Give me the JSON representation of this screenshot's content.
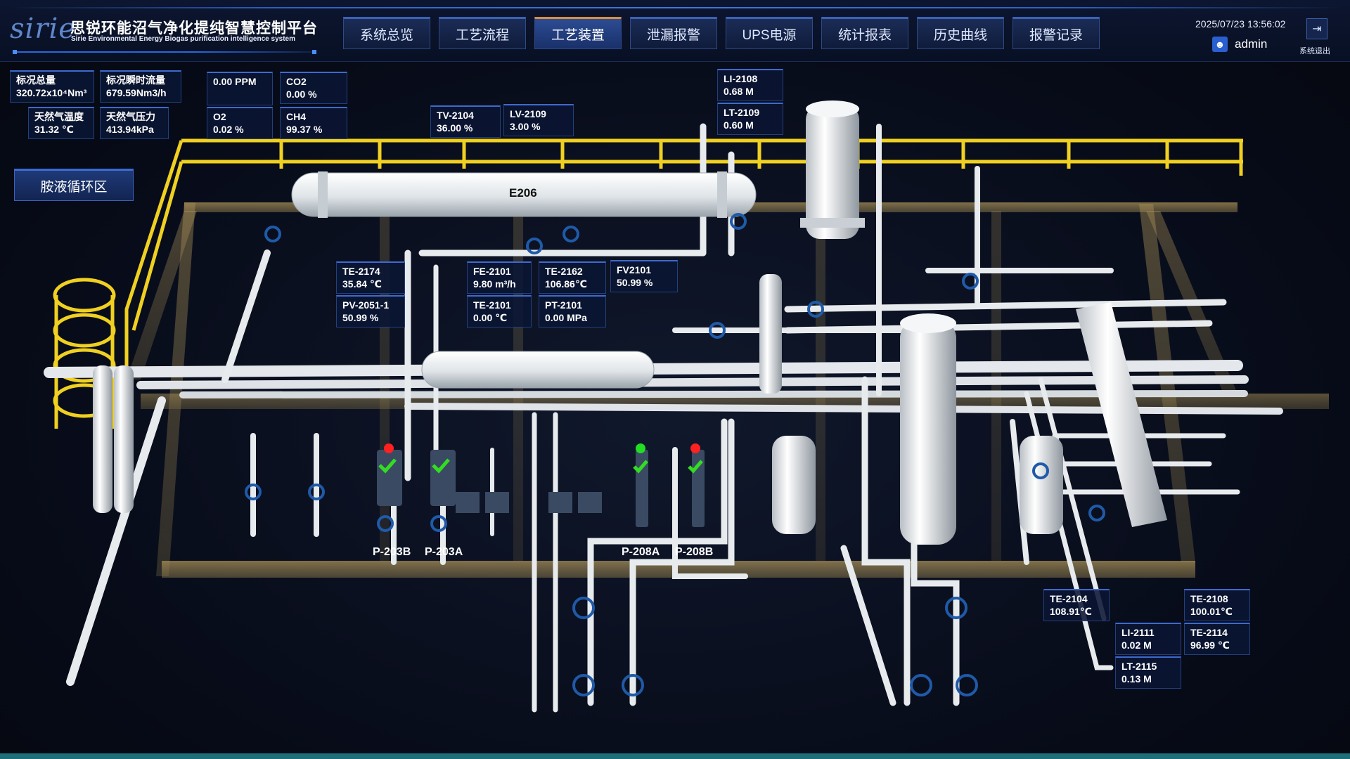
{
  "header": {
    "logo_text": "sirie",
    "title_cn": "思锐环能沼气净化提纯智慧控制平台",
    "title_en": "Sirie Environmental Energy Biogas purification intelligence system",
    "datetime": "2025/07/23 13:56:02",
    "username": "admin",
    "logout_label": "系统退出"
  },
  "nav": [
    {
      "label": "系统总览",
      "active": false
    },
    {
      "label": "工艺流程",
      "active": false
    },
    {
      "label": "工艺装置",
      "active": true
    },
    {
      "label": "泄漏报警",
      "active": false
    },
    {
      "label": "UPS电源",
      "active": false
    },
    {
      "label": "统计报表",
      "active": false
    },
    {
      "label": "历史曲线",
      "active": false
    },
    {
      "label": "报警记录",
      "active": false
    }
  ],
  "area": {
    "label": "胺液循环区"
  },
  "equipment_label": "E206",
  "pumps": [
    "P-203B",
    "P-203A",
    "P-208A",
    "P-208B"
  ],
  "tags": {
    "std_total": {
      "name": "标况总量",
      "value": "320.72x10⁴Nm³"
    },
    "std_flow": {
      "name": "标况瞬时流量",
      "value": "679.59Nm3/h"
    },
    "gas_temp": {
      "name": "天然气温度",
      "value": "31.32 ℃"
    },
    "gas_press": {
      "name": "天然气压力",
      "value": "413.94kPa"
    },
    "ppm": {
      "name": "",
      "value": "0.00  PPM"
    },
    "co2": {
      "name": "CO2",
      "value": "0.00  %"
    },
    "o2": {
      "name": "O2",
      "value": "0.02  %"
    },
    "ch4": {
      "name": "CH4",
      "value": "99.37 %"
    },
    "tv2104": {
      "name": "TV-2104",
      "value": "36.00 %"
    },
    "lv2109": {
      "name": "LV-2109",
      "value": "3.00    %"
    },
    "li2108": {
      "name": "LI-2108",
      "value": "0.68  M"
    },
    "lt2109": {
      "name": "LT-2109",
      "value": "0.60  M"
    },
    "te2174": {
      "name": "TE-2174",
      "value": "35.84 ℃"
    },
    "pv2051": {
      "name": "PV-2051-1",
      "value": "50.99 %"
    },
    "fe2101": {
      "name": "FE-2101",
      "value": "9.80  m³/h"
    },
    "te2162": {
      "name": "TE-2162",
      "value": "106.86℃"
    },
    "fv2101": {
      "name": "FV2101",
      "value": "50.99 %"
    },
    "te2101": {
      "name": "TE-2101",
      "value": "0.00  ℃"
    },
    "pt2101": {
      "name": "PT-2101",
      "value": "0.00   MPa"
    },
    "te2104": {
      "name": "TE-2104",
      "value": "108.91℃"
    },
    "te2108": {
      "name": "TE-2108",
      "value": "100.01℃"
    },
    "li2111": {
      "name": "LI-2111",
      "value": "0.02  M"
    },
    "te2114": {
      "name": "TE-2114",
      "value": "96.99 ℃"
    },
    "lt2115": {
      "name": "LT-2115",
      "value": "0.13  M"
    }
  },
  "colors": {
    "accent": "#3d6ad0",
    "frame": "#c8a35a",
    "railing": "#f0d020",
    "pipe": "#e8ecef",
    "valve": "#1f5aa8",
    "alarm_red": "#ff2020",
    "ok_green": "#22dd22"
  }
}
